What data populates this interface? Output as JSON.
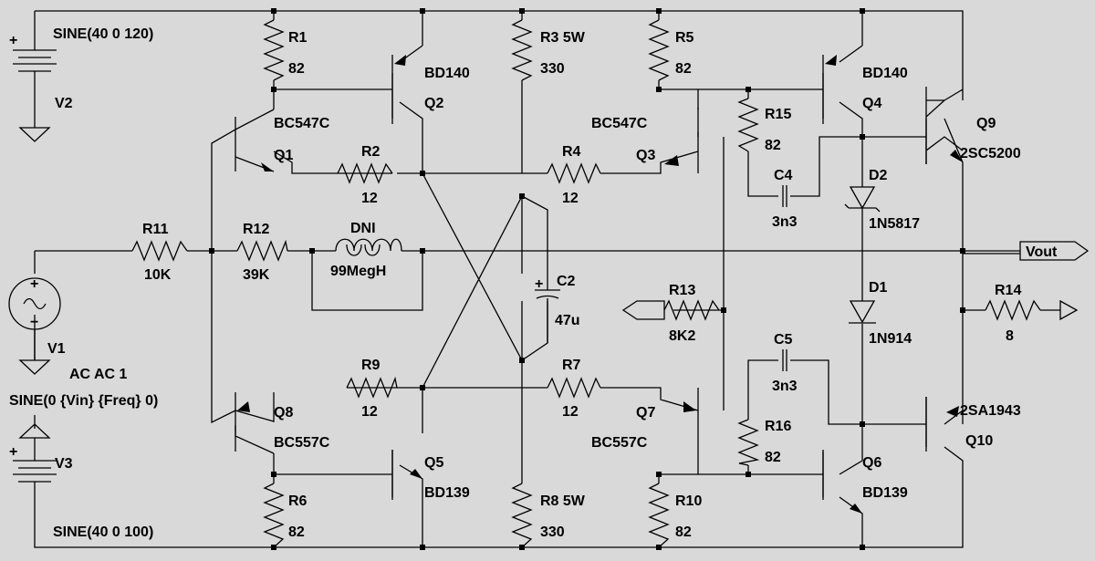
{
  "schematic": {
    "sources": [
      {
        "id": "V2",
        "name": "V2",
        "value": "SINE(40 0 120)",
        "kind": "battery"
      },
      {
        "id": "V3",
        "name": "V3",
        "value": "SINE(40 0 100)",
        "kind": "battery"
      },
      {
        "id": "V1",
        "name": "V1",
        "value1": "AC AC 1",
        "value2": "SINE(0 {Vin} {Freq} 0)",
        "kind": "ac"
      }
    ],
    "transistors": [
      {
        "id": "Q1",
        "name": "Q1",
        "model": "BC547C"
      },
      {
        "id": "Q2",
        "name": "Q2",
        "model": "BD140"
      },
      {
        "id": "Q3",
        "name": "Q3",
        "model": "BC547C"
      },
      {
        "id": "Q4",
        "name": "Q4",
        "model": "BD140"
      },
      {
        "id": "Q5",
        "name": "Q5",
        "model": "BD139"
      },
      {
        "id": "Q6",
        "name": "Q6",
        "model": "BD139"
      },
      {
        "id": "Q7",
        "name": "Q7",
        "model": "BC557C"
      },
      {
        "id": "Q8",
        "name": "Q8",
        "model": "BC557C"
      },
      {
        "id": "Q9",
        "name": "Q9",
        "model": "2SC5200"
      },
      {
        "id": "Q10",
        "name": "Q10",
        "model": "2SA1943"
      }
    ],
    "resistors": [
      {
        "id": "R1",
        "name": "R1",
        "value": "82"
      },
      {
        "id": "R2",
        "name": "R2",
        "value": "12"
      },
      {
        "id": "R3",
        "name": "R3 5W",
        "value": "330"
      },
      {
        "id": "R4",
        "name": "R4",
        "value": "12"
      },
      {
        "id": "R5",
        "name": "R5",
        "value": "82"
      },
      {
        "id": "R6",
        "name": "R6",
        "value": "82"
      },
      {
        "id": "R7",
        "name": "R7",
        "value": "12"
      },
      {
        "id": "R8",
        "name": "R8 5W",
        "value": "330"
      },
      {
        "id": "R9",
        "name": "R9",
        "value": "12"
      },
      {
        "id": "R10",
        "name": "R10",
        "value": "82"
      },
      {
        "id": "R11",
        "name": "R11",
        "value": "10K"
      },
      {
        "id": "R12",
        "name": "R12",
        "value": "39K"
      },
      {
        "id": "R13",
        "name": "R13",
        "value": "8K2"
      },
      {
        "id": "R14",
        "name": "R14",
        "value": "8"
      },
      {
        "id": "R15",
        "name": "R15",
        "value": "82"
      },
      {
        "id": "R16",
        "name": "R16",
        "value": "82"
      }
    ],
    "capacitors": [
      {
        "id": "C2",
        "name": "C2",
        "value": "47u",
        "polarized": true
      },
      {
        "id": "C4",
        "name": "C4",
        "value": "3n3"
      },
      {
        "id": "C5",
        "name": "C5",
        "value": "3n3"
      }
    ],
    "diodes": [
      {
        "id": "D1",
        "name": "D1",
        "model": "1N914"
      },
      {
        "id": "D2",
        "name": "D2",
        "model": "1N5817"
      }
    ],
    "inductors": [
      {
        "id": "DNI",
        "name": "DNI",
        "value": "99MegH"
      }
    ],
    "ports": [
      {
        "id": "vout",
        "label": "Vout"
      }
    ],
    "polarity": {
      "plus": "+",
      "minus": "−"
    }
  }
}
